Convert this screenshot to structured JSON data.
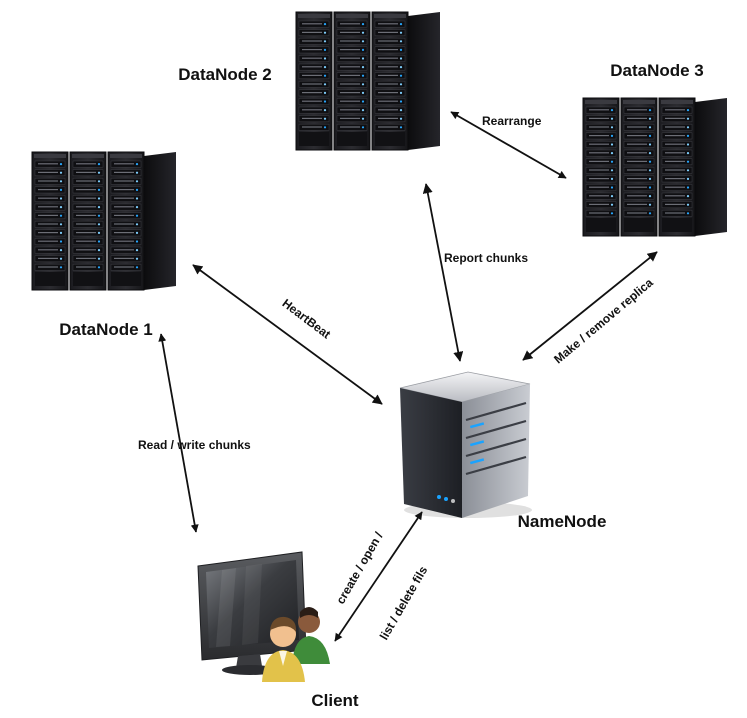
{
  "nodes": {
    "datanode1": {
      "label": "DataNode 1"
    },
    "datanode2": {
      "label": "DataNode 2"
    },
    "datanode3": {
      "label": "DataNode 3"
    },
    "namenode": {
      "label": "NameNode"
    },
    "client": {
      "label": "Client"
    }
  },
  "edges": {
    "heartbeat": {
      "label": "HeartBeat"
    },
    "report_chunks": {
      "label": "Report chunks"
    },
    "rearrange": {
      "label": "Rearrange"
    },
    "make_remove_replica": {
      "label": "Make / remove replica"
    },
    "read_write_chunks": {
      "label": "Read / write chunks"
    },
    "create_open": {
      "label": "create / open /"
    },
    "list_delete_file": {
      "label": "list / delete fils"
    }
  }
}
